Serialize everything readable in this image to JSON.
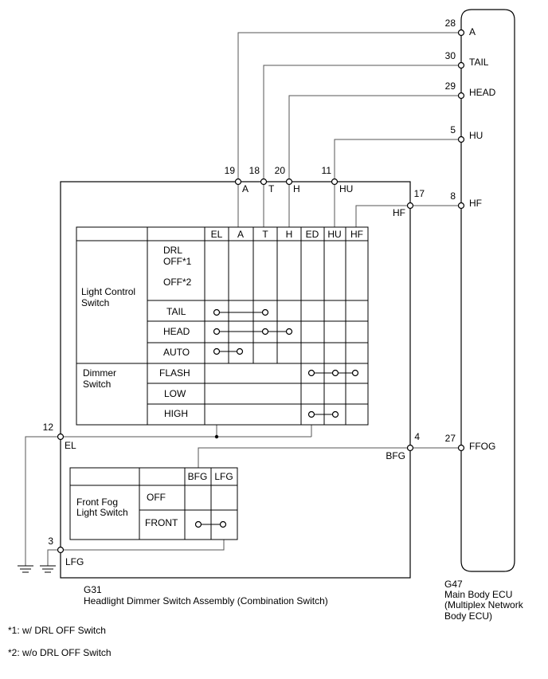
{
  "ecu": {
    "code": "G47",
    "name_line1": "Main Body ECU",
    "name_line2": "(Multiplex Network",
    "name_line3": "Body ECU)",
    "pins": [
      {
        "num": "28",
        "label": "A"
      },
      {
        "num": "30",
        "label": "TAIL"
      },
      {
        "num": "29",
        "label": "HEAD"
      },
      {
        "num": "5",
        "label": "HU"
      },
      {
        "num": "8",
        "label": "HF"
      },
      {
        "num": "27",
        "label": "FFOG"
      }
    ]
  },
  "switch_assembly": {
    "code": "G31",
    "name": "Headlight Dimmer Switch Assembly (Combination Switch)",
    "top_pins": [
      {
        "num": "19",
        "label": "A"
      },
      {
        "num": "18",
        "label": "T"
      },
      {
        "num": "20",
        "label": "H"
      },
      {
        "num": "11",
        "label": "HU"
      }
    ],
    "right_pins": [
      {
        "num": "17",
        "label": "HF"
      },
      {
        "num": "4",
        "label": "BFG"
      }
    ],
    "left_pins": [
      {
        "num": "12",
        "label": "EL"
      },
      {
        "num": "3",
        "label": "LFG"
      }
    ]
  },
  "light_table": {
    "columns": [
      "EL",
      "A",
      "T",
      "H",
      "ED",
      "HU",
      "HF"
    ],
    "light_control_label_1": "Light Control",
    "light_control_label_2": "Switch",
    "dimmer_label_1": "Dimmer",
    "dimmer_label_2": "Switch",
    "positions": {
      "drl_1": "DRL",
      "drl_2": "OFF*1",
      "off2": "OFF*2",
      "tail": "TAIL",
      "head": "HEAD",
      "auto": "AUTO",
      "flash": "FLASH",
      "low": "LOW",
      "high": "HIGH"
    }
  },
  "fog_table": {
    "columns": [
      "BFG",
      "LFG"
    ],
    "label_1": "Front Fog",
    "label_2": "Light Switch",
    "positions": [
      "OFF",
      "FRONT"
    ]
  },
  "footnotes": [
    "*1: w/ DRL OFF Switch",
    "*2: w/o DRL OFF Switch"
  ]
}
